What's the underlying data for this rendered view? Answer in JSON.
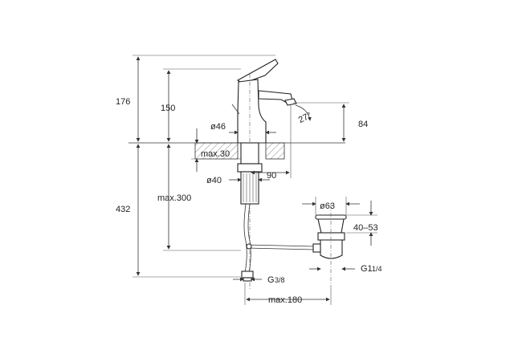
{
  "dimensions": {
    "total_height": "176",
    "spout_height": "150",
    "outlet_height": "84",
    "body_diameter": "ø46",
    "angle": "27°",
    "max_thickness": "max.30",
    "hole_diameter": "ø40",
    "reach": "90",
    "hose_length": "max.300",
    "overall_height": "432",
    "waste_diameter": "ø63",
    "waste_range": "40–53",
    "waste_thread_main": "G1",
    "waste_thread_frac": "1/4",
    "supply_thread_main": "G",
    "supply_thread_frac": "3/8",
    "supply_reach": "max.180"
  },
  "colors": {
    "line": "#333333",
    "text": "#222222",
    "background": "#ffffff"
  }
}
